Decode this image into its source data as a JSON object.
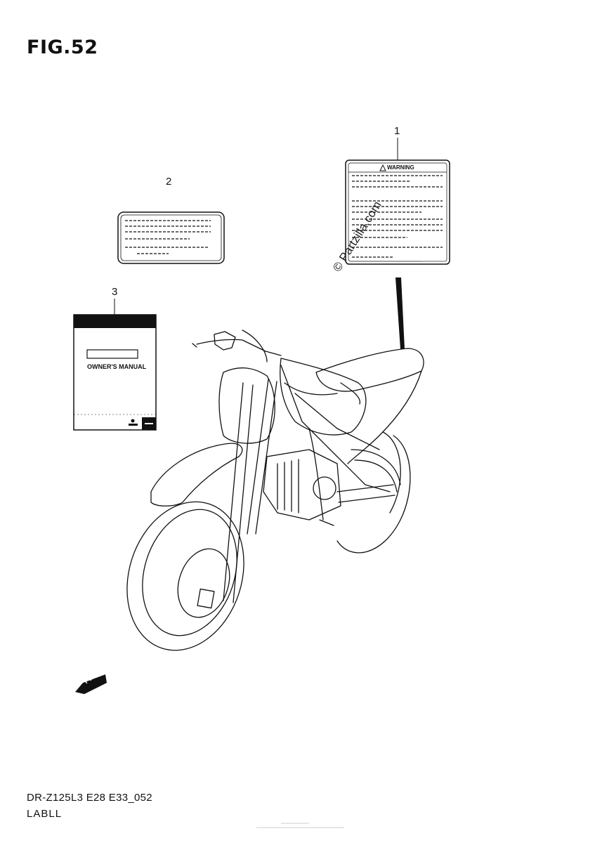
{
  "figure": {
    "title": "FIG.52",
    "part_code": "DR-Z125L3 E28 E33_052",
    "part_name": "LABLL"
  },
  "callouts": [
    {
      "number": "1"
    },
    {
      "number": "2"
    },
    {
      "number": "3"
    }
  ],
  "labels": {
    "warning_heading": "WARNING",
    "manual_title": "OWNER'S MANUAL",
    "fwd_text": "FWD"
  },
  "watermark": "© Partzilla.com",
  "colors": {
    "line": "#111111",
    "background": "#ffffff"
  }
}
